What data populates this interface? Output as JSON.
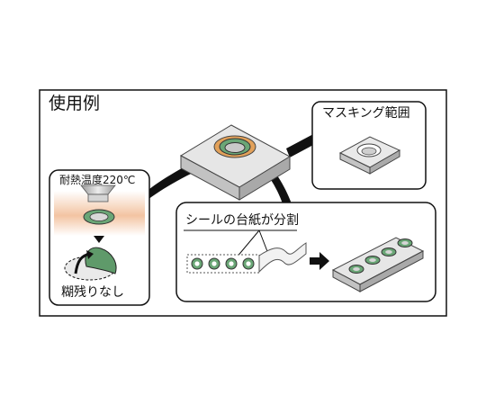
{
  "title": "使用例",
  "panels": {
    "masking": {
      "label": "マスキング範囲"
    },
    "heat": {
      "label": "耐熱温度220℃",
      "result_label": "糊残りなし"
    },
    "split": {
      "label": "シールの台紙が分割"
    }
  },
  "colors": {
    "frame": "#111111",
    "plate_top": "#e6e6e6",
    "plate_side": "#b9b9b9",
    "seal_green": "#5f9a6a",
    "seal_orange": "#e2a15a",
    "heat_glow": "#f0b890"
  }
}
